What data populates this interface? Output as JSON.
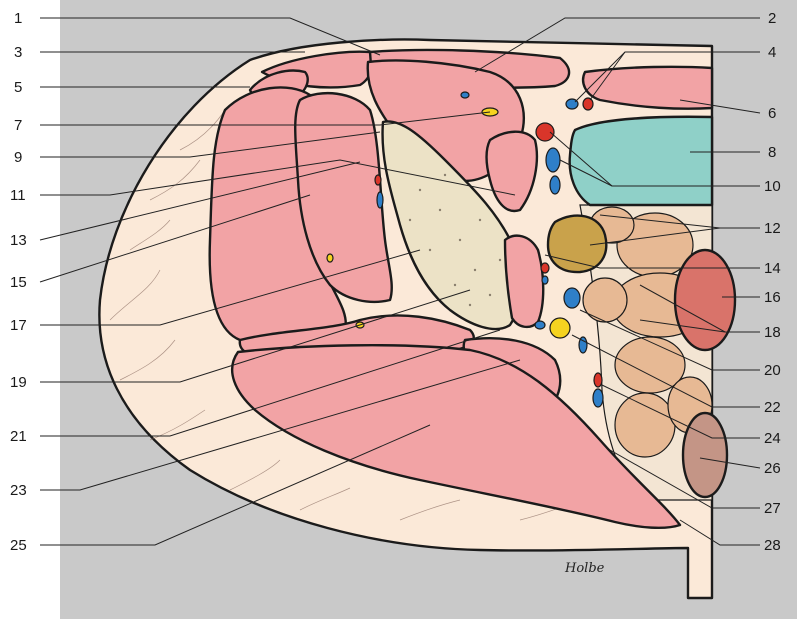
{
  "colors": {
    "background": "#c9c9c9",
    "tissue": "#fbe9d8",
    "muscle": "#f2a3a5",
    "bone": "#ece2c6",
    "spine_muscle": "#e7b994",
    "kidney_or_organ": "#8fd0c8",
    "artery": "#d9352a",
    "vein": "#2f7fc8",
    "nerve": "#f5d320",
    "bowel_loop": "#c9a24b"
  },
  "labels_left": [
    "1",
    "3",
    "5",
    "7",
    "9",
    "11",
    "13",
    "15",
    "17",
    "19",
    "21",
    "23",
    "25"
  ],
  "labels_right": [
    "2",
    "4",
    "6",
    "8",
    "10",
    "12",
    "14",
    "16",
    "18",
    "20",
    "22",
    "24",
    "26",
    "27",
    "28"
  ],
  "signature": "Holbe"
}
